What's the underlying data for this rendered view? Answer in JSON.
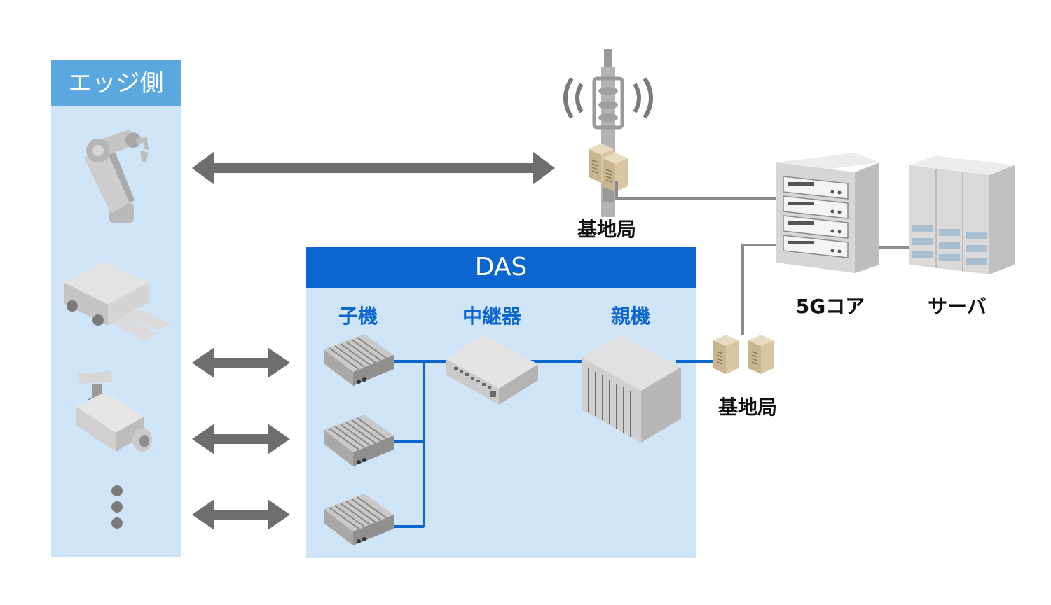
{
  "edge_panel": {
    "title": "エッジ側"
  },
  "das_panel": {
    "title": "DAS",
    "child_label": "子機",
    "repeater_label": "中継器",
    "parent_label": "親機"
  },
  "tower": {
    "label": "基地局"
  },
  "base_station": {
    "label": "基地局"
  },
  "core": {
    "label": "5Gコア"
  },
  "server": {
    "label": "サーバ"
  },
  "colors": {
    "edge_header": "#5ba8e0",
    "panel_bg": "#cfe5f7",
    "das_header": "#0b66cf",
    "das_link": "#0b66cf",
    "arrow": "#6e6e6e",
    "core_link": "#8c8c8c"
  }
}
